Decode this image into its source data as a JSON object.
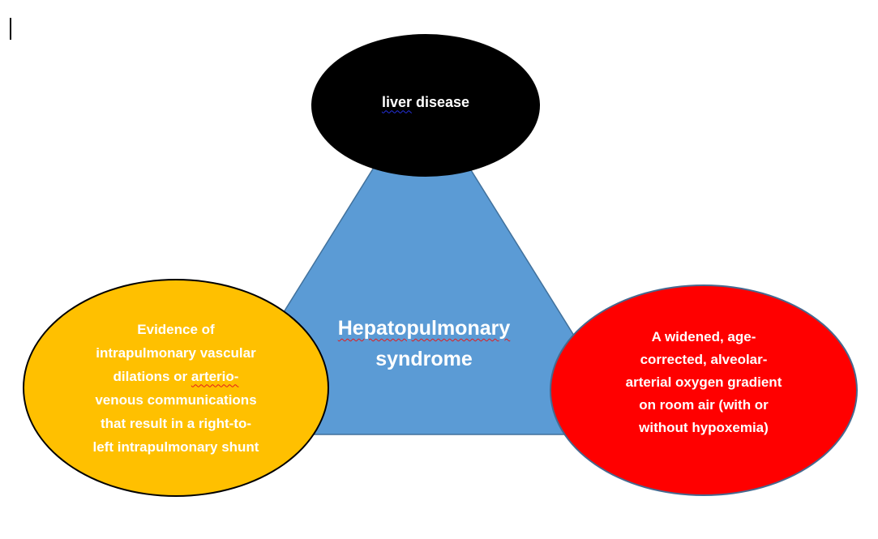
{
  "colors": {
    "triangle_fill": "#5B9BD5",
    "triangle_border": "#41719C",
    "top_ellipse_fill": "#000000",
    "left_ellipse_fill": "#FFC000",
    "left_ellipse_border": "#000000",
    "right_ellipse_fill": "#FF0000",
    "right_ellipse_border": "#46698F",
    "text_color": "#FFFFFF",
    "spell_blue": "#2430DE",
    "spell_red": "#E21D1D"
  },
  "center": {
    "line1": "Hepatopulmonary",
    "line2": "syndrome"
  },
  "top_ellipse": {
    "misspelled": "liver",
    "rest": " disease"
  },
  "left_ellipse": {
    "line1": "Evidence of",
    "line2": "intrapulmonary vascular",
    "line3_pre": "dilations or ",
    "line3_wavy": "arterio-",
    "line4": "venous communications",
    "line5": "that result in a right-to-",
    "line6": "left intrapulmonary shunt"
  },
  "right_ellipse": {
    "line1": "A widened, age-",
    "line2": "corrected, alveolar-",
    "line3": "arterial oxygen gradient",
    "line4": "on room air (with or",
    "line5": "without hypoxemia)"
  }
}
